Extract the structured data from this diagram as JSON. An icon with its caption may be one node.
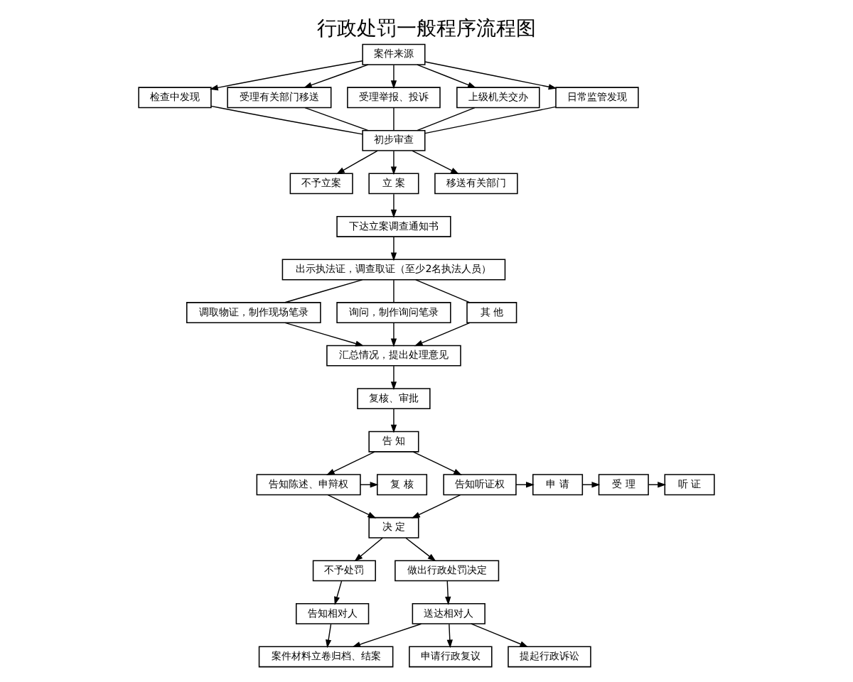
{
  "diagram": {
    "title": "行政处罚一般程序流程图",
    "nodes": [
      {
        "text": [
          "案件来源"
        ]
      },
      {
        "text": [
          "检查中发现"
        ]
      },
      {
        "text": [
          "受理有关部门移送"
        ]
      },
      {
        "text": [
          "受理举报、投诉"
        ]
      },
      {
        "text": [
          "上级机关交办"
        ]
      },
      {
        "text": [
          "日常监管发现"
        ]
      },
      {
        "text": [
          "初步审查"
        ]
      },
      {
        "text": [
          "不予立案"
        ]
      },
      {
        "text": [
          "立 案"
        ]
      },
      {
        "text": [
          "移送有关部门"
        ]
      },
      {
        "text": [
          "下达立案调查通知书"
        ]
      },
      {
        "text": [
          "出示执法证，调查取证（至少2名执法人员）"
        ]
      },
      {
        "text": [
          "调取物证，制作现场笔录"
        ]
      },
      {
        "text": [
          "询问，制作询问笔录"
        ]
      },
      {
        "text": [
          "其 他"
        ]
      },
      {
        "text": [
          "汇总情况，提出处理意见"
        ]
      },
      {
        "text": [
          "复核、审批"
        ]
      },
      {
        "text": [
          "告 知"
        ]
      },
      {
        "text": [
          "告知陈述、申辩权"
        ]
      },
      {
        "text": [
          "复 核"
        ]
      },
      {
        "text": [
          "听 证"
        ]
      },
      {
        "text": [
          "受 理"
        ]
      },
      {
        "text": [
          "申 请"
        ]
      },
      {
        "text": [
          "告知听证权"
        ]
      },
      {
        "text": [
          "不予处罚"
        ]
      },
      {
        "text": [
          "决 定"
        ]
      },
      {
        "text": [
          "做出行政处罚决定"
        ]
      },
      {
        "text": [
          "告知相对人"
        ]
      },
      {
        "text": [
          "送达相对人"
        ]
      },
      {
        "text": [
          "申请行政复议"
        ]
      },
      {
        "text": [
          "提起行政诉讼"
        ]
      },
      {
        "text": [
          "案件材料立卷归档、结案"
        ]
      }
    ],
    "edges": [
      {
        "from": 0,
        "to": 1,
        "arrow": "to"
      },
      {
        "from": 0,
        "to": 2,
        "arrow": "to"
      },
      {
        "from": 0,
        "to": 3,
        "arrow": "to"
      },
      {
        "from": 0,
        "to": 4,
        "arrow": "to"
      },
      {
        "from": 0,
        "to": 5,
        "arrow": "to"
      },
      {
        "from": 1,
        "to": 6,
        "arrow": "none"
      },
      {
        "from": 2,
        "to": 6,
        "arrow": "none"
      },
      {
        "from": 3,
        "to": 6,
        "arrow": "none"
      },
      {
        "from": 4,
        "to": 6,
        "arrow": "none"
      },
      {
        "from": 5,
        "to": 6,
        "arrow": "none"
      },
      {
        "from": 6,
        "to": 7,
        "arrow": "to"
      },
      {
        "from": 6,
        "to": 8,
        "arrow": "to"
      },
      {
        "from": 6,
        "to": 9,
        "arrow": "to"
      },
      {
        "from": 8,
        "to": 10,
        "arrow": "to"
      },
      {
        "from": 10,
        "to": 11,
        "arrow": "to"
      },
      {
        "from": 11,
        "to": 12,
        "arrow": "none"
      },
      {
        "from": 11,
        "to": 13,
        "arrow": "none"
      },
      {
        "from": 11,
        "to": 14,
        "arrow": "none"
      },
      {
        "from": 12,
        "to": 15,
        "arrow": "to"
      },
      {
        "from": 13,
        "to": 15,
        "arrow": "to"
      },
      {
        "from": 14,
        "to": 15,
        "arrow": "to"
      },
      {
        "from": 15,
        "to": 16,
        "arrow": "to"
      },
      {
        "from": 16,
        "to": 17,
        "arrow": "to"
      },
      {
        "from": 17,
        "to": 18,
        "arrow": "to"
      },
      {
        "from": 17,
        "to": 23,
        "arrow": "to"
      },
      {
        "from": 18,
        "to": 19,
        "arrow": "to"
      },
      {
        "from": 23,
        "to": 22,
        "arrow": "to"
      },
      {
        "from": 22,
        "to": 21,
        "arrow": "to"
      },
      {
        "from": 21,
        "to": 20,
        "arrow": "to"
      },
      {
        "from": 18,
        "to": 25,
        "arrow": "to"
      },
      {
        "from": 23,
        "to": 25,
        "arrow": "to"
      },
      {
        "from": 25,
        "to": 24,
        "arrow": "to"
      },
      {
        "from": 25,
        "to": 26,
        "arrow": "to"
      },
      {
        "from": 24,
        "to": 27,
        "arrow": "to"
      },
      {
        "from": 26,
        "to": 28,
        "arrow": "to"
      },
      {
        "from": 28,
        "to": 29,
        "arrow": "to"
      },
      {
        "from": 28,
        "to": 30,
        "arrow": "to"
      },
      {
        "from": 27,
        "to": 31,
        "arrow": "to"
      },
      {
        "from": 28,
        "to": 31,
        "arrow": "to"
      }
    ]
  }
}
